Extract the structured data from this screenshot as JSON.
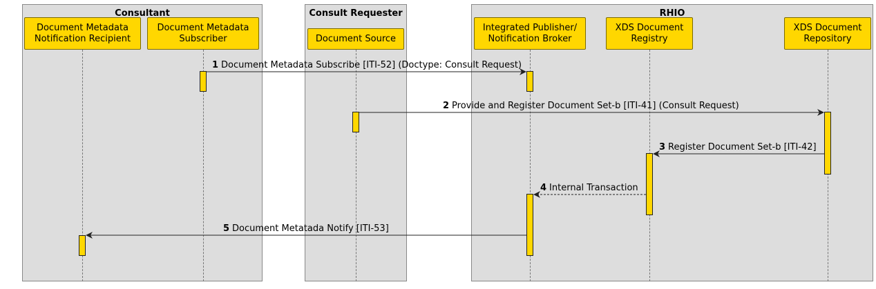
{
  "boxes": {
    "consultant": "Consultant",
    "requester": "Consult Requester",
    "rhio": "RHIO"
  },
  "participants": {
    "recipient": "Document Metadata\nNotification Recipient",
    "subscriber": "Document Metadata\nSubscriber",
    "source": "Document Source",
    "broker": "Integrated Publisher/\nNotification Broker",
    "registry": "XDS Document\nRegistry",
    "repository": "XDS Document\nRepository"
  },
  "messages": [
    {
      "num": "1",
      "text": "Document Metadata Subscribe [ITI-52] (Doctype: Consult Request)",
      "from": "subscriber",
      "to": "broker",
      "style": "solid"
    },
    {
      "num": "2",
      "text": "Provide and Register Document Set-b [ITI-41] (Consult Request)",
      "from": "source",
      "to": "repository",
      "style": "solid"
    },
    {
      "num": "3",
      "text": "Register Document Set-b [ITI-42]",
      "from": "repository",
      "to": "registry",
      "style": "solid"
    },
    {
      "num": "4",
      "text": "Internal Transaction",
      "from": "registry",
      "to": "broker",
      "style": "dashed"
    },
    {
      "num": "5",
      "text": "Document Metatada Notify [ITI-53]",
      "from": "broker",
      "to": "recipient",
      "style": "solid"
    }
  ]
}
